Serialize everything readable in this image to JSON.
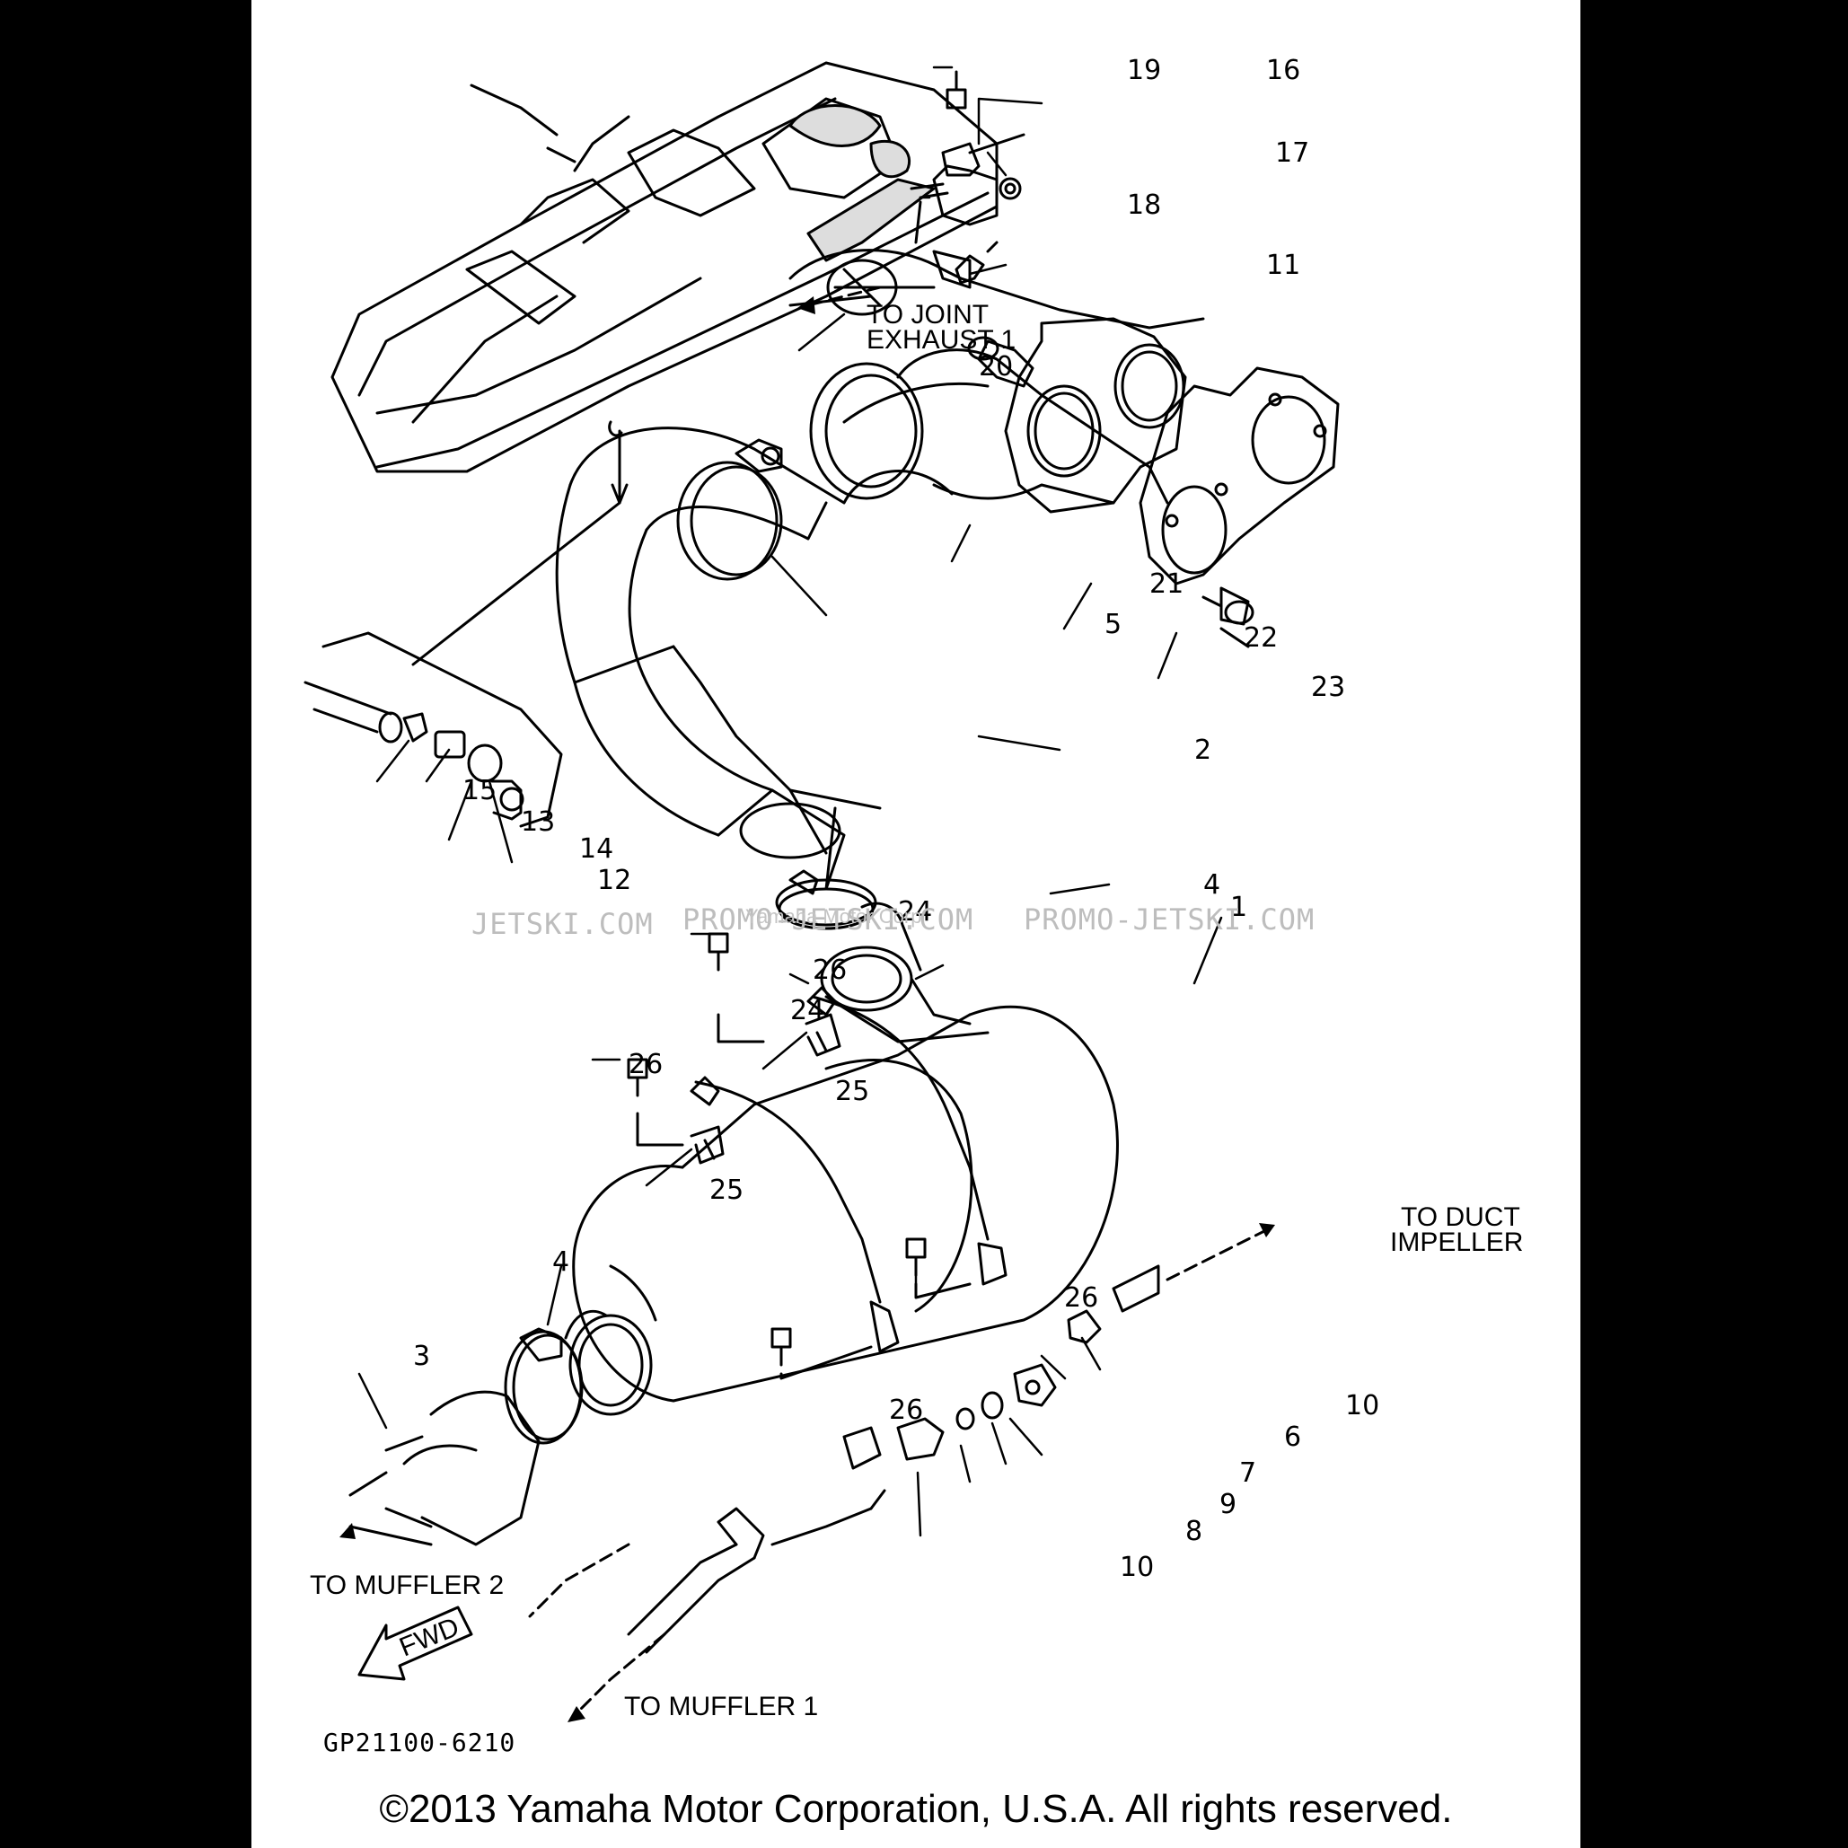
{
  "callouts": [
    {
      "id": "c1",
      "text": "1"
    },
    {
      "id": "c2",
      "text": "2"
    },
    {
      "id": "c3",
      "text": "3"
    },
    {
      "id": "c4a",
      "text": "4"
    },
    {
      "id": "c4b",
      "text": "4"
    },
    {
      "id": "c5",
      "text": "5"
    },
    {
      "id": "c6",
      "text": "6"
    },
    {
      "id": "c7",
      "text": "7"
    },
    {
      "id": "c8",
      "text": "8"
    },
    {
      "id": "c9",
      "text": "9"
    },
    {
      "id": "c10a",
      "text": "10"
    },
    {
      "id": "c10b",
      "text": "10"
    },
    {
      "id": "c11",
      "text": "11"
    },
    {
      "id": "c12",
      "text": "12"
    },
    {
      "id": "c13",
      "text": "13"
    },
    {
      "id": "c14",
      "text": "14"
    },
    {
      "id": "c15",
      "text": "15"
    },
    {
      "id": "c16",
      "text": "16"
    },
    {
      "id": "c17",
      "text": "17"
    },
    {
      "id": "c18",
      "text": "18"
    },
    {
      "id": "c19",
      "text": "19"
    },
    {
      "id": "c20",
      "text": "20"
    },
    {
      "id": "c21",
      "text": "21"
    },
    {
      "id": "c22",
      "text": "22"
    },
    {
      "id": "c23",
      "text": "23"
    },
    {
      "id": "c24a",
      "text": "24"
    },
    {
      "id": "c24b",
      "text": "24"
    },
    {
      "id": "c25a",
      "text": "25"
    },
    {
      "id": "c25b",
      "text": "25"
    },
    {
      "id": "c26a",
      "text": "26"
    },
    {
      "id": "c26b",
      "text": "26"
    },
    {
      "id": "c26c",
      "text": "26"
    },
    {
      "id": "c26d",
      "text": "26"
    }
  ],
  "notes": {
    "to_joint_line1": "TO JOINT",
    "to_joint_line2": "EXHAUST 1",
    "to_duct_line1": "TO DUCT",
    "to_duct_line2": "IMPELLER",
    "to_muffler2": "TO MUFFLER 2",
    "to_muffler1": "TO MUFFLER 1",
    "fwd": "FWD"
  },
  "drawing_code": "GP21100-6210",
  "watermark": {
    "left": "JETSKI.COM",
    "center": "PROMO-JETSKI.COM",
    "right": "PROMO-JETSKI.COM",
    "overlay": "Yamaha Motor Corp"
  },
  "copyright": "©2013 Yamaha Motor Corporation, U.S.A. All rights reserved."
}
